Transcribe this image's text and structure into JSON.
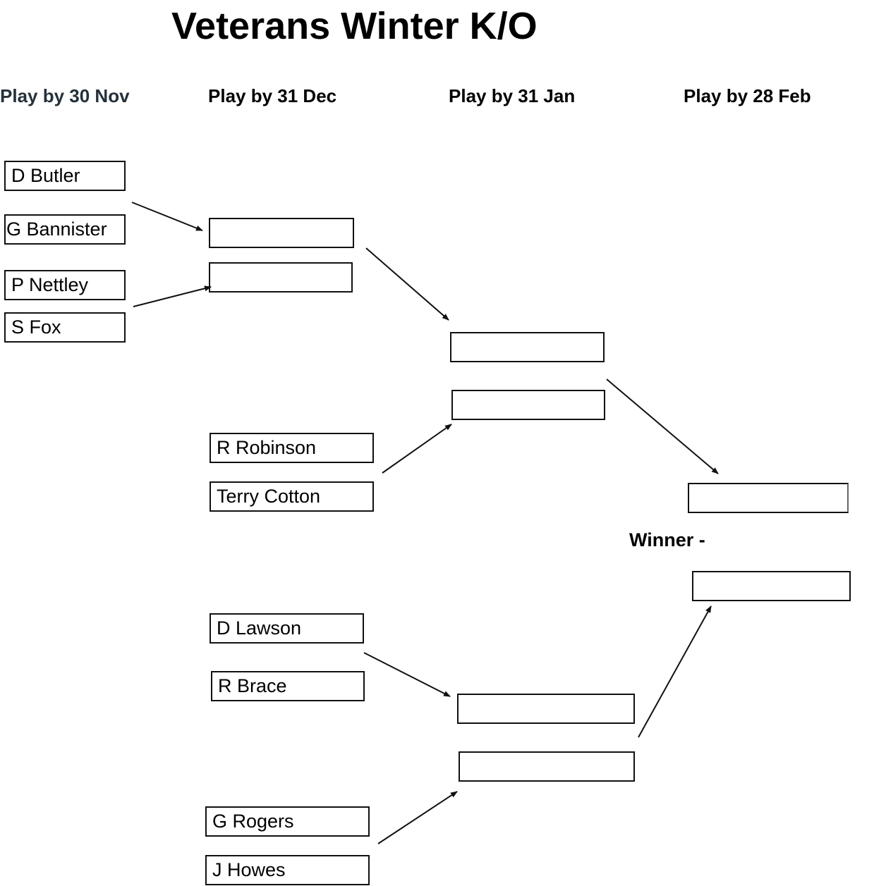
{
  "title": "Veterans Winter K/O",
  "rounds": [
    "Play by 30 Nov",
    "Play by 31 Dec",
    "Play by 31 Jan",
    "Play by 28 Feb"
  ],
  "round1_players": [
    "D Butler",
    "G Bannister",
    "P Nettley",
    "S Fox"
  ],
  "round2_players": [
    "R Robinson",
    "Terry Cotton",
    "D Lawson",
    "R Brace",
    "G Rogers",
    "J Howes"
  ],
  "winner_label": "Winner -",
  "colors": {
    "header_first": "#24313b",
    "line": "#111111"
  }
}
